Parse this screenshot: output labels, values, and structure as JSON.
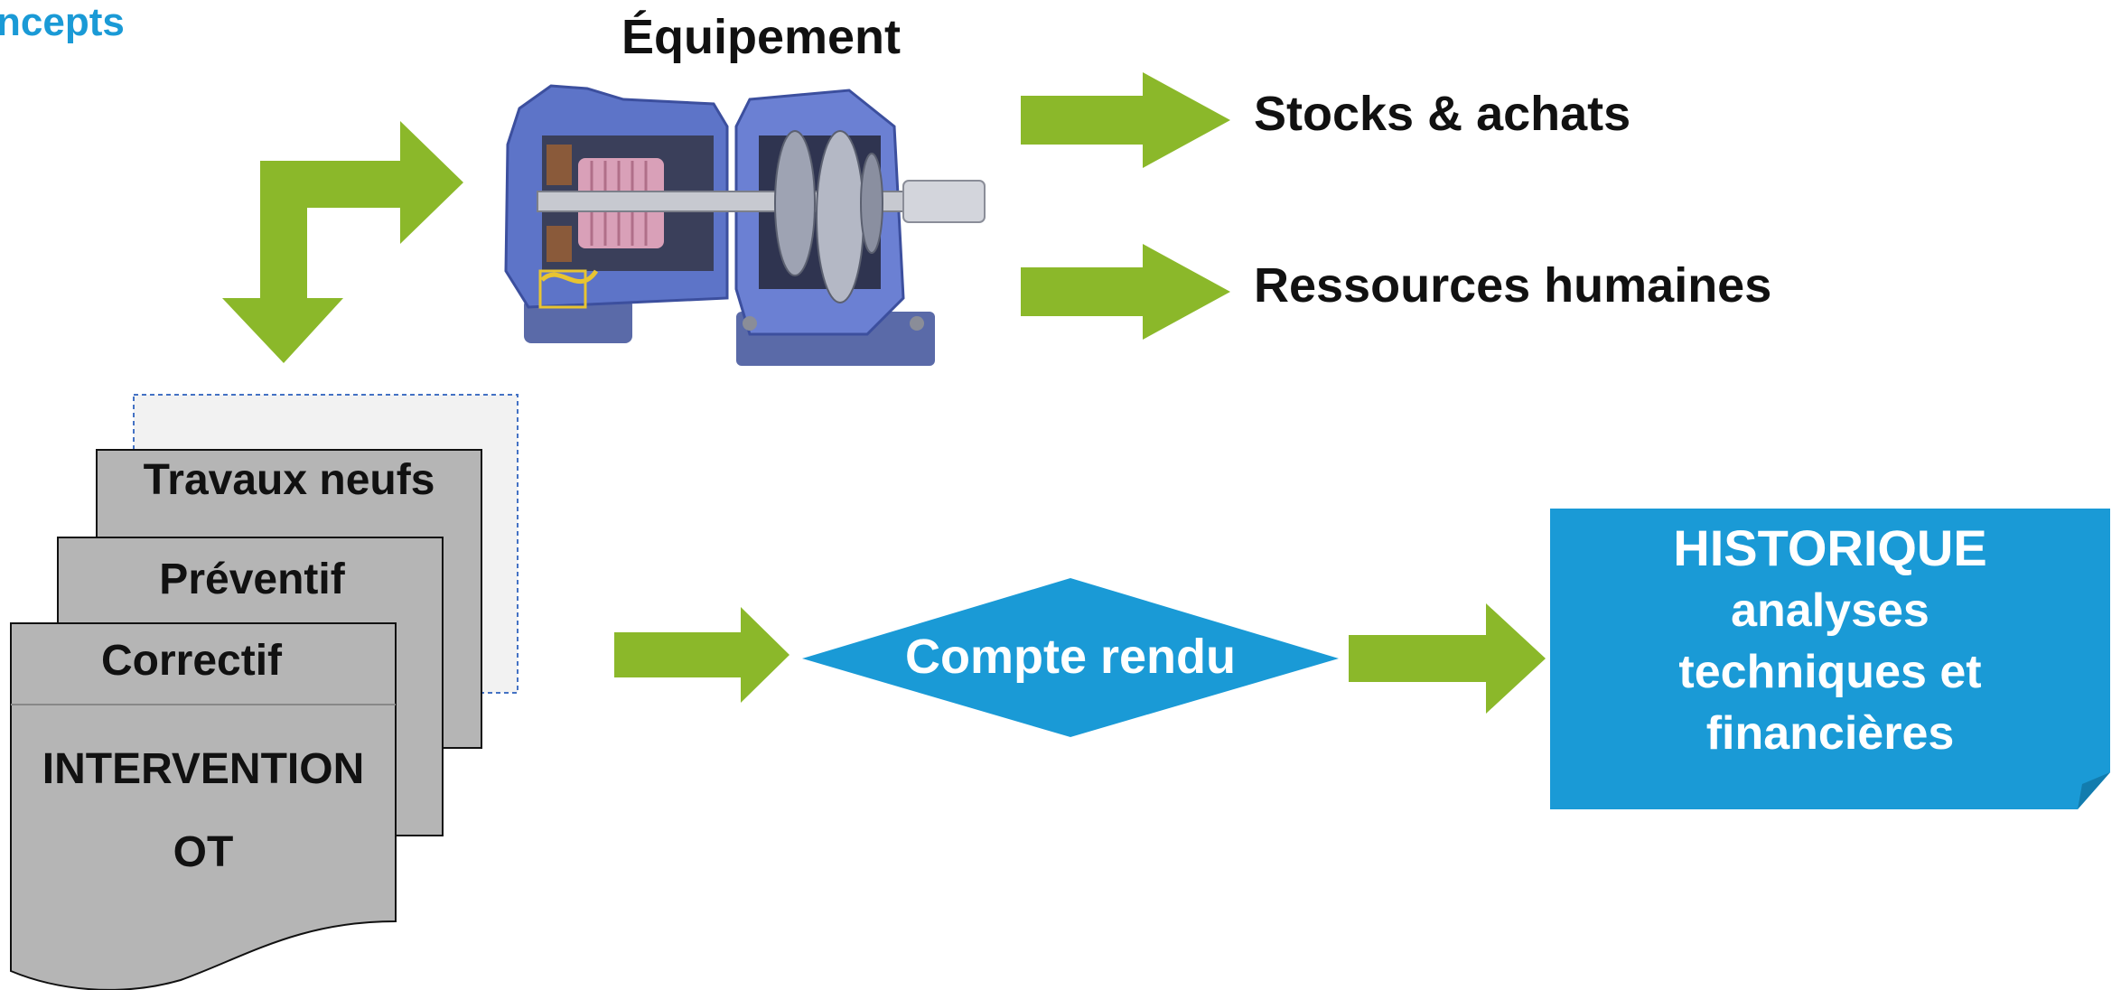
{
  "heading": "ncepts",
  "equipment": {
    "title": "Équipement"
  },
  "outputs": {
    "stocks": "Stocks & achats",
    "resources": "Ressources humaines"
  },
  "documents": {
    "doc1": "Travaux neufs",
    "doc2": "Préventif",
    "doc3_title": "Correctif",
    "doc3_line1": "INTERVENTION",
    "doc3_line2": "OT"
  },
  "report": {
    "label": "Compte rendu"
  },
  "history": {
    "title": "HISTORIQUE",
    "line1": "analyses",
    "line2": "techniques et",
    "line3": "financières"
  },
  "colors": {
    "arrow_green": "#8bb82a",
    "accent_blue": "#1a9ad6",
    "doc_gray": "#b5b5b5"
  }
}
